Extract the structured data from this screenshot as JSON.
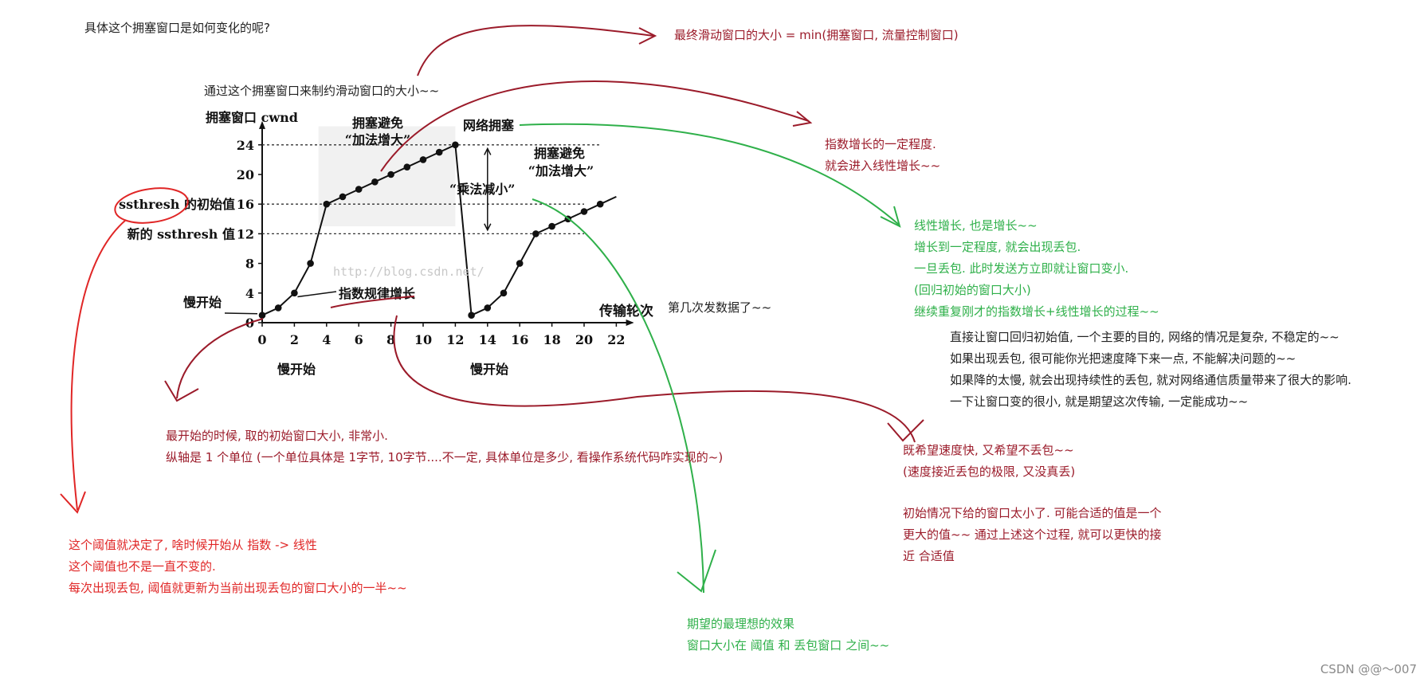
{
  "chart_data": {
    "type": "line",
    "title": "",
    "ylabel": "拥塞窗口 cwnd",
    "xlabel": "传输轮次",
    "x_ticks": [
      0,
      2,
      4,
      6,
      8,
      10,
      12,
      14,
      16,
      18,
      20,
      22
    ],
    "y_ticks": [
      0,
      4,
      8,
      12,
      16,
      20,
      24
    ],
    "ylim": [
      0,
      27
    ],
    "xlim": [
      0,
      23
    ],
    "grid": false,
    "series": [
      {
        "x": [
          0,
          1,
          2,
          3,
          4,
          5,
          6,
          7,
          8,
          9,
          10,
          11,
          12,
          13,
          14,
          15,
          16,
          17,
          18,
          19,
          20,
          21
        ],
        "values": [
          1,
          2,
          4,
          8,
          16,
          17,
          18,
          19,
          20,
          21,
          22,
          23,
          24,
          1,
          2,
          4,
          8,
          12,
          13,
          14,
          15,
          16
        ]
      }
    ],
    "reference_lines": [
      {
        "y": 24
      },
      {
        "y": 16,
        "label": "ssthresh 的初始值"
      },
      {
        "y": 12,
        "label": "新的 ssthresh 值"
      }
    ],
    "annotations": {
      "slow_start_left": "慢开始",
      "slow_start_bottom_1": "慢开始",
      "slow_start_bottom_2": "慢开始",
      "ca_1_line1": "拥塞避免",
      "ca_1_line2": "“加法增大”",
      "ca_2_line1": "拥塞避免",
      "ca_2_line2": "“加法增大”",
      "congestion": "网络拥塞",
      "mult_decrease": "“乘法减小”",
      "exp_growth": "指数规律增长"
    },
    "watermark": "http://blog.csdn.net/"
  },
  "notes": {
    "title_question": "具体这个拥塞窗口是如何变化的呢?",
    "sliding_window": "最终滑动窗口的大小 = min(拥塞窗口, 流量控制窗口)",
    "control_note": "通过这个拥塞窗口来制约滑动窗口的大小~~",
    "exp_limit": [
      "指数增长的一定程度.",
      "就会进入线性增长~~"
    ],
    "linear_growth": [
      "线性增长, 也是增长~~",
      "增长到一定程度, 就会出现丢包.",
      "一旦丢包. 此时发送方立即就让窗口变小.",
      "(回归初始的窗口大小)",
      "继续重复刚才的指数增长+线性增长的过程~~"
    ],
    "reset_reason": [
      "直接让窗口回归初始值, 一个主要的目的, 网络的情况是复杂, 不稳定的~~",
      "如果出现丢包, 很可能你光把速度降下来一点, 不能解决问题的~~",
      "如果降的太慢, 就会出现持续性的丢包, 就对网络通信质量带来了很大的影响.",
      "一下让窗口变的很小, 就是期望这次传输, 一定能成功~~"
    ],
    "round_note": "第几次发数据了~~",
    "initial_small": [
      "最开始的时候, 取的初始窗口大小, 非常小.",
      "纵轴是 1 个单位 (一个单位具体是 1字节, 10字节....不一定, 具体单位是多少, 看操作系统代码咋实现的~)"
    ],
    "speed_wish": [
      "既希望速度快, 又希望不丢包~~",
      "(速度接近丢包的极限, 又没真丢)"
    ],
    "initial_too_small": [
      "初始情况下给的窗口太小了. 可能合适的值是一个",
      "更大的值~~ 通过上述这个过程, 就可以更快的接",
      "近 合适值"
    ],
    "threshold": [
      "这个阈值就决定了, 啥时候开始从 指数 -> 线性",
      "这个阈值也不是一直不变的.",
      "每次出现丢包, 阈值就更新为当前出现丢包的窗口大小的一半~~"
    ],
    "ideal": [
      "期望的最理想的效果",
      "窗口大小在 阈值 和 丢包窗口 之间~~"
    ]
  },
  "colors": {
    "black": "#222222",
    "dark_red": "#9b1b2a",
    "red": "#e02626",
    "green": "#2fb04a",
    "credit": "#8a8a8a"
  },
  "credit": "CSDN @@～007"
}
